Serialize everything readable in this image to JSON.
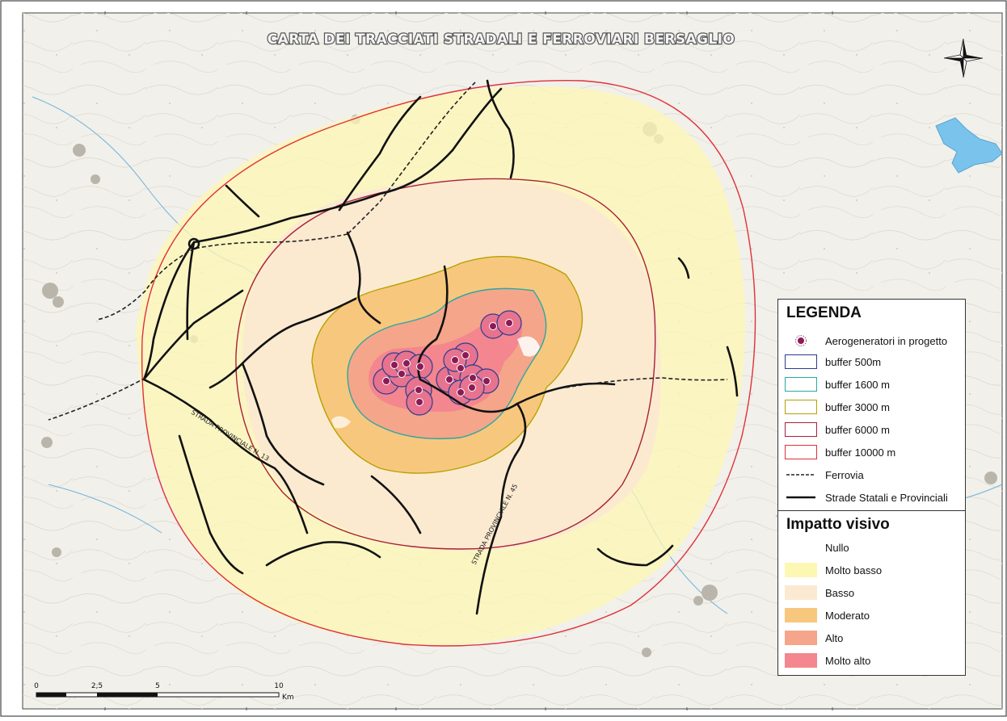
{
  "title": "CARTA DEI TRACCIATI STRADALI E FERROVIARI BERSAGLIO",
  "legend": {
    "title": "LEGENDA",
    "items": [
      {
        "label": "Aerogeneratori in progetto",
        "symbol": "turbine-marker",
        "color": "#8b1a55"
      },
      {
        "label": "buffer   500m",
        "color": "#2a3d8f"
      },
      {
        "label": "buffer  1600 m",
        "color": "#2aa8a0"
      },
      {
        "label": "buffer  3000 m",
        "color": "#b5a200"
      },
      {
        "label": "buffer  6000 m",
        "color": "#a8203a"
      },
      {
        "label": "buffer  10000 m",
        "color": "#e0303a"
      },
      {
        "label": "Ferrovia",
        "symbol": "railway-line",
        "color": "#222222"
      },
      {
        "label": "Strade Statali e Provinciali",
        "symbol": "road-line",
        "color": "#111111"
      }
    ]
  },
  "impact_legend": {
    "title": "Impatto visivo",
    "items": [
      {
        "label": "Nullo",
        "color": "#ffffff"
      },
      {
        "label": "Molto basso",
        "color": "#fdf7b4"
      },
      {
        "label": "Basso",
        "color": "#fbe9d2"
      },
      {
        "label": "Moderato",
        "color": "#f8c77e"
      },
      {
        "label": "Alto",
        "color": "#f5a58a"
      },
      {
        "label": "Molto alto",
        "color": "#f3868e"
      }
    ]
  },
  "scale_bar": {
    "ticks": [
      "0",
      "2,5",
      "5",
      "10"
    ],
    "unit": "Km"
  },
  "road_labels": [
    "STRADA PROVINCIALE N. 13",
    "STRADA PROVINCIALE N. 45"
  ],
  "colors": {
    "lake": "#79c3ec",
    "map_background": "#f1f0ea",
    "topo_lines": "#c8c4b8"
  }
}
